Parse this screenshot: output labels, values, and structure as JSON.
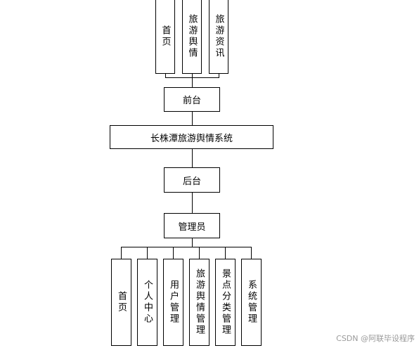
{
  "top_modules": [
    "首页",
    "旅游舆情",
    "旅游资讯"
  ],
  "front_label": "前台",
  "system_title": "长株潭旅游舆情系统",
  "back_label": "后台",
  "admin_label": "管理员",
  "admin_modules": [
    "首页",
    "个人中心",
    "用户管理",
    "旅游舆情管理",
    "景点分类管理",
    "系统管理"
  ],
  "watermark": "CSDN @阿联毕设程序"
}
